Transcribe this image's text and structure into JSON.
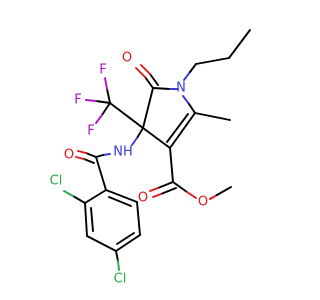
{
  "atoms": {
    "o_ring": "O",
    "n_ring": "N",
    "f_top": "F",
    "f_left": "F",
    "f_bottom": "F",
    "nh": "NH",
    "o_amide": "O",
    "o_ester_carbonyl": "O",
    "o_ester": "O",
    "cl_ortho": "Cl",
    "cl_para": "Cl"
  },
  "colors": {
    "carbon_bonds": "#000000",
    "oxygen": "#e01818",
    "nitrogen": "#3a3ad8",
    "fluorine": "#b010c8",
    "chlorine": "#2aa84a"
  }
}
